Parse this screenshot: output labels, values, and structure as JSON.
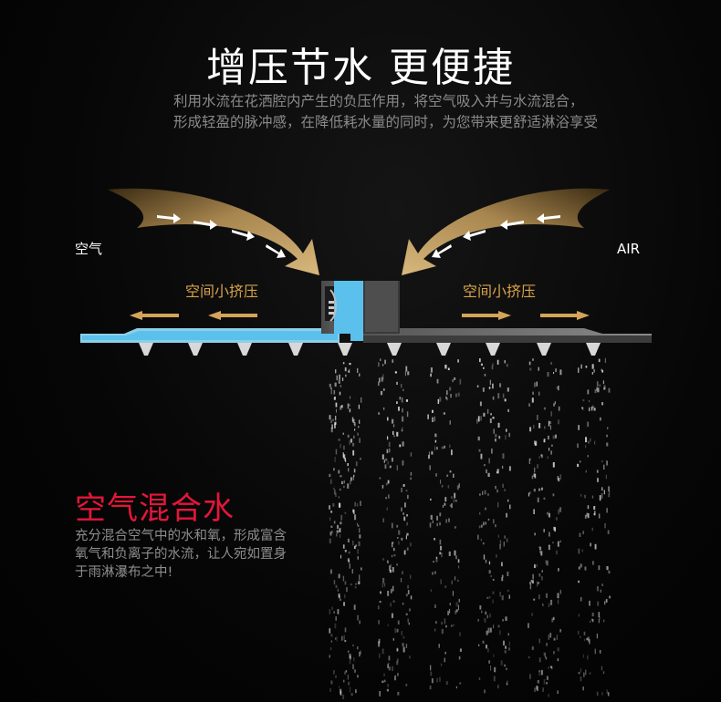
{
  "header": {
    "title": "增压节水  更便捷",
    "subtitle_lines": [
      "利用水流在花洒腔内产生的负压作用，将空气吸入并与水流混合，",
      "形成轻盈的脉冲感，在降低耗水量的同时，为您带来更舒适淋浴享受"
    ]
  },
  "diagram": {
    "air_left_label": "空气",
    "air_right_label": "AIR",
    "squeeze_left_label": "空间小挤压",
    "squeeze_right_label": "空间小挤压"
  },
  "feature": {
    "title": "空气混合水",
    "lines": [
      "充分混合空气中的水和氧，形成富含",
      "氧气和负离子的水流，让人宛如置身",
      "于雨淋瀑布之中!"
    ]
  },
  "colors": {
    "title_red": "#e4163a",
    "gold": "#c9a063",
    "water_blue": "#5bc1ec"
  }
}
